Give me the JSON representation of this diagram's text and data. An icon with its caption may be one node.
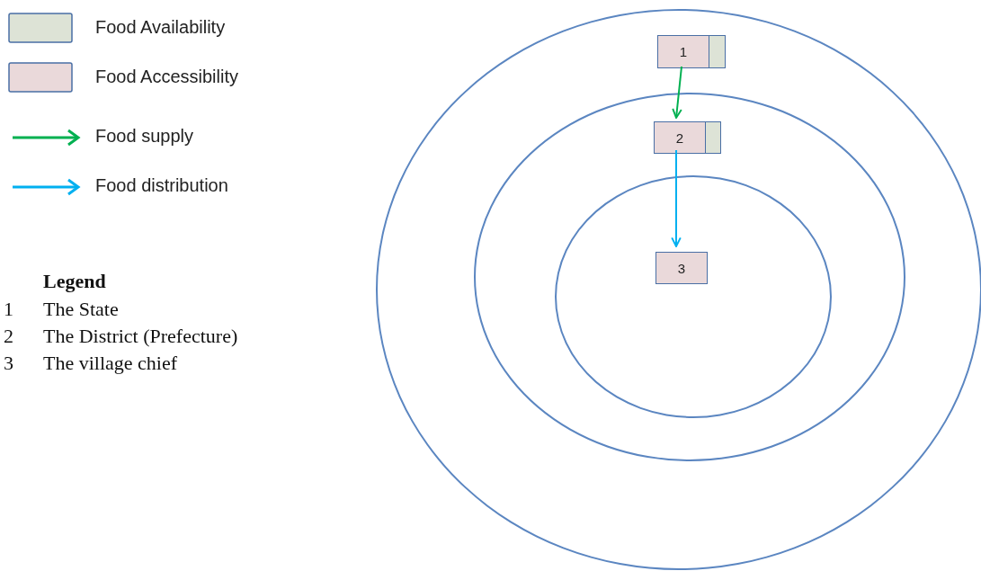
{
  "diagram": {
    "nodes": [
      {
        "text": [],
        "shape": "ellipse"
      },
      {
        "text": [],
        "shape": "ellipse",
        "in": 0
      },
      {
        "text": [],
        "shape": "ellipse",
        "in": 1
      },
      {
        "text": [
          "1"
        ],
        "in": 0
      },
      {
        "text": [],
        "shape": "box",
        "in": 0
      },
      {
        "text": [
          "2"
        ],
        "in": 1
      },
      {
        "text": [],
        "shape": "box",
        "in": 1
      },
      {
        "text": [
          "3"
        ],
        "in": 2
      }
    ],
    "edges": [
      {
        "from": 3,
        "to": 5,
        "arrow": "to",
        "color": "#00b050"
      },
      {
        "from": 5,
        "to": 7,
        "arrow": "to",
        "color": "#00b0f0"
      }
    ],
    "labels": [
      "Legend",
      "1",
      "The State",
      "2",
      "The District (Prefecture)",
      "3",
      "The village chief"
    ],
    "legend": [
      {
        "text": "Food Availability",
        "color": "#dde3d6"
      },
      {
        "text": "Food Accessibility",
        "color": "#ead9da"
      },
      {
        "text": "Food supply"
      },
      {
        "text": "Food distribution"
      }
    ]
  }
}
